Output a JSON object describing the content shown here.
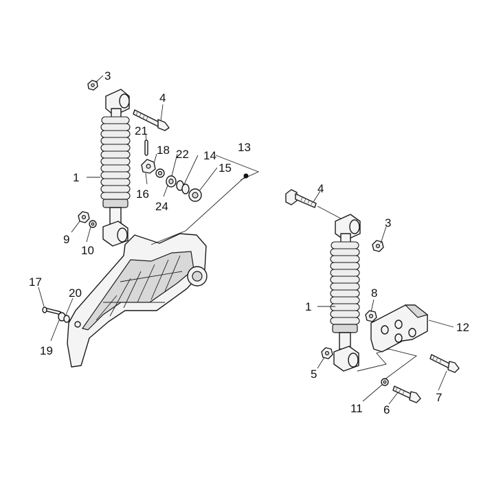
{
  "callouts": [
    {
      "id": "left-3",
      "label": "3"
    },
    {
      "id": "left-4",
      "label": "4"
    },
    {
      "id": "left-21",
      "label": "21"
    },
    {
      "id": "left-18",
      "label": "18"
    },
    {
      "id": "left-22",
      "label": "22"
    },
    {
      "id": "left-14",
      "label": "14"
    },
    {
      "id": "left-13",
      "label": "13"
    },
    {
      "id": "left-15",
      "label": "15"
    },
    {
      "id": "left-1",
      "label": "1"
    },
    {
      "id": "left-16",
      "label": "16"
    },
    {
      "id": "left-24",
      "label": "24"
    },
    {
      "id": "left-9",
      "label": "9"
    },
    {
      "id": "left-10",
      "label": "10"
    },
    {
      "id": "left-17",
      "label": "17"
    },
    {
      "id": "left-20",
      "label": "20"
    },
    {
      "id": "left-19",
      "label": "19"
    },
    {
      "id": "right-4",
      "label": "4"
    },
    {
      "id": "right-3",
      "label": "3"
    },
    {
      "id": "right-1",
      "label": "1"
    },
    {
      "id": "right-8",
      "label": "8"
    },
    {
      "id": "right-12",
      "label": "12"
    },
    {
      "id": "right-5",
      "label": "5"
    },
    {
      "id": "right-7",
      "label": "7"
    },
    {
      "id": "right-11",
      "label": "11"
    },
    {
      "id": "right-6",
      "label": "6"
    }
  ]
}
